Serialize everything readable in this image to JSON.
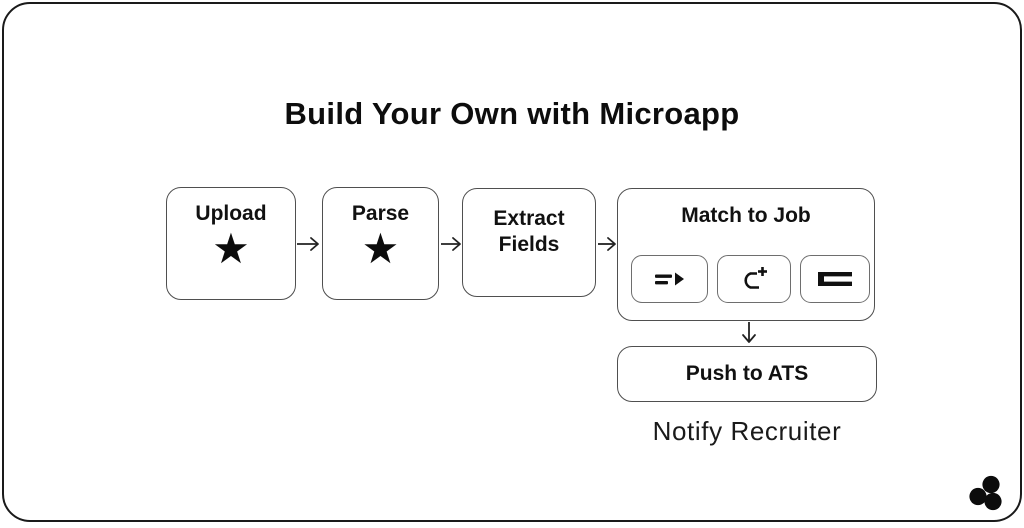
{
  "title": "Build Your Own with Microapp",
  "steps": {
    "upload": {
      "label": "Upload"
    },
    "parse": {
      "label": "Parse"
    },
    "extract": {
      "label": "Extract Fields"
    },
    "match": {
      "label": "Match to Job"
    },
    "push": {
      "label": "Push to ATS"
    }
  },
  "caption": "Notify Recruiter",
  "glyphs": {
    "star": "★"
  },
  "icons": {
    "match_tools": [
      "list-arrow-icon",
      "loop-add-icon",
      "open-bar-icon"
    ],
    "step_icon": "star-icon",
    "connector": "arrow-icon",
    "brand": "three-circles-logo"
  },
  "colors": {
    "ink": "#111111",
    "card_border": "#1a1a1a",
    "box_border": "#4f4f4f",
    "tool_border": "#6e6e6e",
    "background": "#ffffff"
  }
}
